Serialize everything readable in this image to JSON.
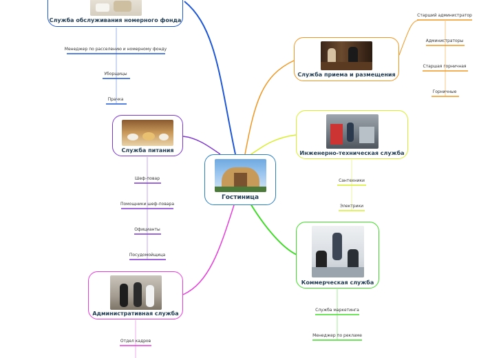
{
  "colors": {
    "blue": "#1e56d6",
    "orange": "#f0951f",
    "yellow": "#d9ee2a",
    "green": "#3fdc26",
    "purple": "#7d35cf",
    "magenta": "#e63ad9",
    "center": "#2a7fbf"
  },
  "center": {
    "label": "Гостиница",
    "image": "hotel-building-photo"
  },
  "nodes": {
    "room": {
      "label": "Служба обслуживания номерного фонда",
      "image": "bed-linen-photo"
    },
    "reception": {
      "label": "Служба приема и размещения",
      "image": "reception-desk-photo"
    },
    "engineering": {
      "label": "Инженерно-техническая служба",
      "image": "engineering-workshop-photo"
    },
    "commercial": {
      "label": "Коммерческая служба",
      "image": "business-meeting-photo"
    },
    "food": {
      "label": "Служба питания",
      "image": "food-table-photo"
    },
    "admin": {
      "label": "Административная служба",
      "image": "office-staff-photo"
    }
  },
  "leaves": {
    "room": [
      "Менеджер по расселению и номерному фонду",
      "Уборщицы",
      "Прачка"
    ],
    "reception": [
      "Старший администратор",
      "Администраторы",
      "Старшая горничная",
      "Горничные"
    ],
    "engineering": [
      "Сантехники",
      "Электрики"
    ],
    "commercial": [
      "Служба маркетинга",
      "Менеджер по рекламе"
    ],
    "food": [
      "Шеф-повар",
      "Помощники шеф-повара",
      "Официанты",
      "Посудомойщица"
    ],
    "admin": [
      "Отдел кадров"
    ]
  }
}
